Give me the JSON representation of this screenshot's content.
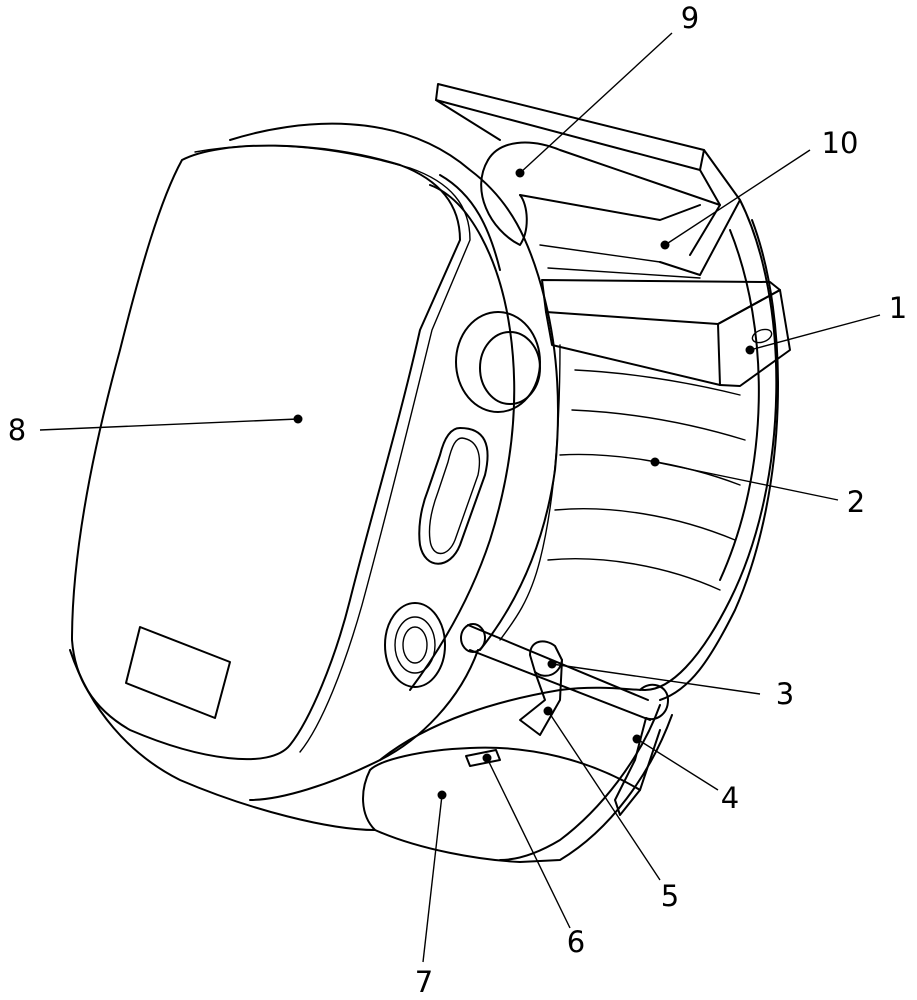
{
  "figure": {
    "callouts": [
      {
        "id": "1",
        "label": "1"
      },
      {
        "id": "2",
        "label": "2"
      },
      {
        "id": "3",
        "label": "3"
      },
      {
        "id": "4",
        "label": "4"
      },
      {
        "id": "5",
        "label": "5"
      },
      {
        "id": "6",
        "label": "6"
      },
      {
        "id": "7",
        "label": "7"
      },
      {
        "id": "8",
        "label": "8"
      },
      {
        "id": "9",
        "label": "9"
      },
      {
        "id": "10",
        "label": "10"
      }
    ]
  }
}
